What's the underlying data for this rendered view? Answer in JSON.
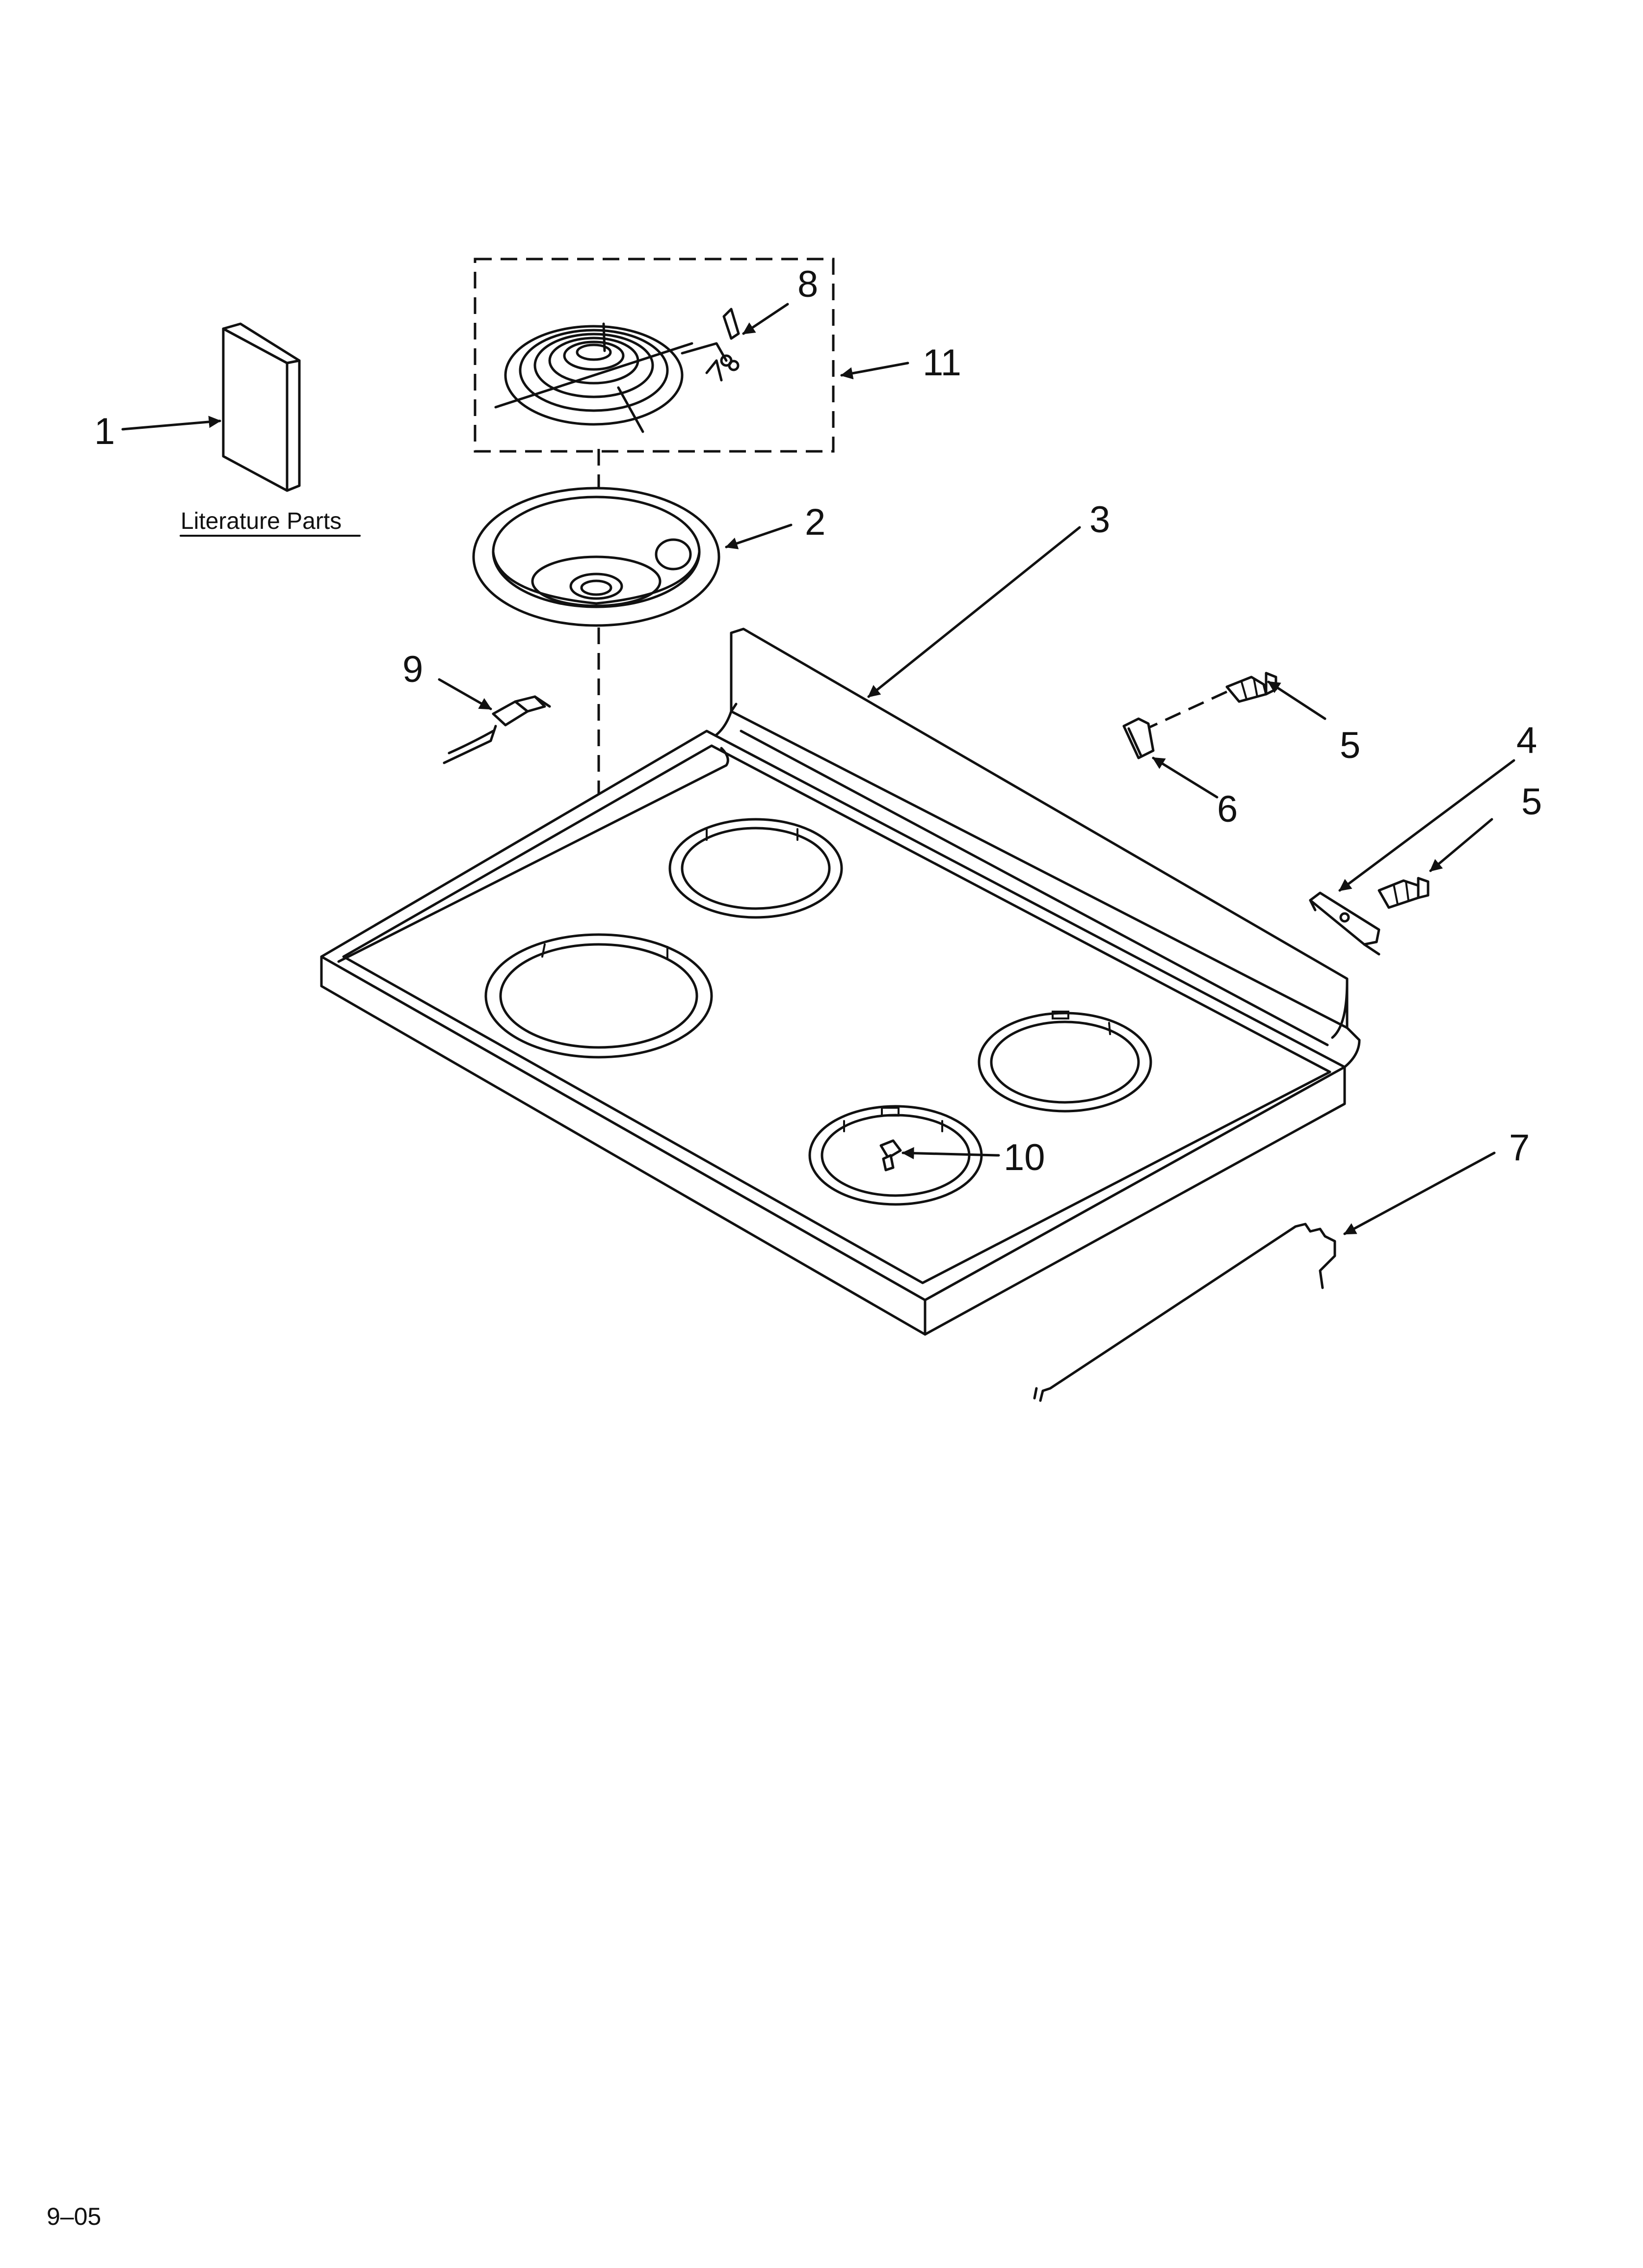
{
  "callouts": {
    "c1": "1",
    "c2": "2",
    "c3": "3",
    "c4": "4",
    "c5a": "5",
    "c5b": "5",
    "c6": "6",
    "c7": "7",
    "c8": "8",
    "c9": "9",
    "c10": "10",
    "c11": "11"
  },
  "literature_label": "Literature Parts",
  "footer_code": "9–05"
}
